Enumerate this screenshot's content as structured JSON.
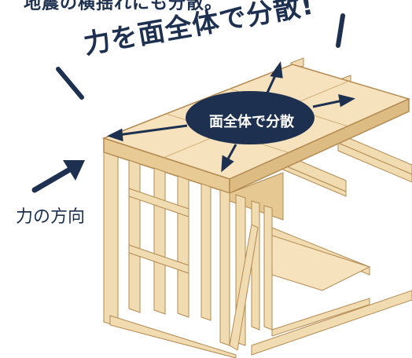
{
  "top_text": "地震の横揺れにも分散。",
  "headline": "力を面全体で分散!",
  "oval_label": "面全体で分散",
  "force_label": "力の方向",
  "colors": {
    "navy": "#1e3050",
    "wood": "#f1dcb1",
    "wood_dark": "#c9a772",
    "board": "#f6e3bd"
  }
}
